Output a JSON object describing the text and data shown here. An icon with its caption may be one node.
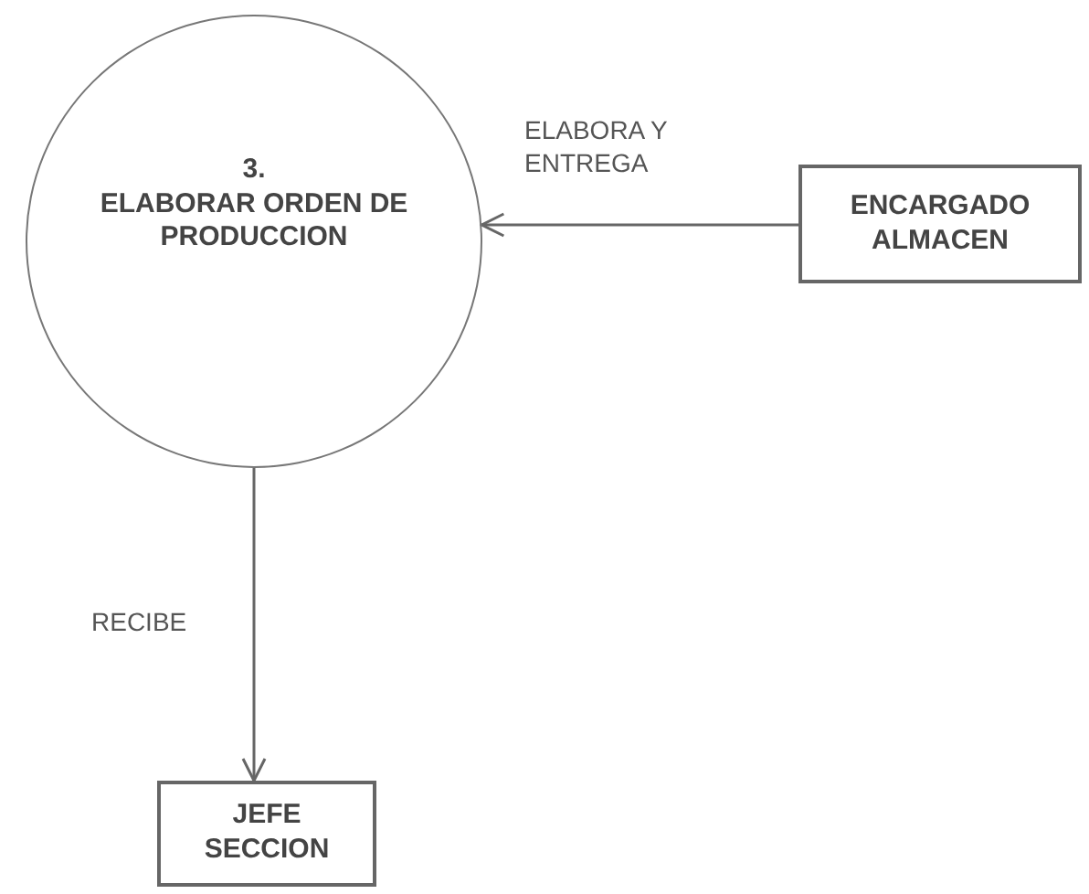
{
  "diagram": {
    "nodes": [
      {
        "text": [
          "3.",
          "ELABORAR ORDEN DE PRODUCCION"
        ]
      },
      {
        "text": [
          "ENCARGADO ALMACEN"
        ]
      },
      {
        "text": [
          "JEFE SECCION"
        ]
      }
    ],
    "edges": [
      {
        "from": 1,
        "to": 0,
        "arrow": "to",
        "label": "ELABORA Y ENTREGA"
      },
      {
        "from": 0,
        "to": 2,
        "arrow": "to",
        "label": "RECIBE"
      }
    ]
  }
}
